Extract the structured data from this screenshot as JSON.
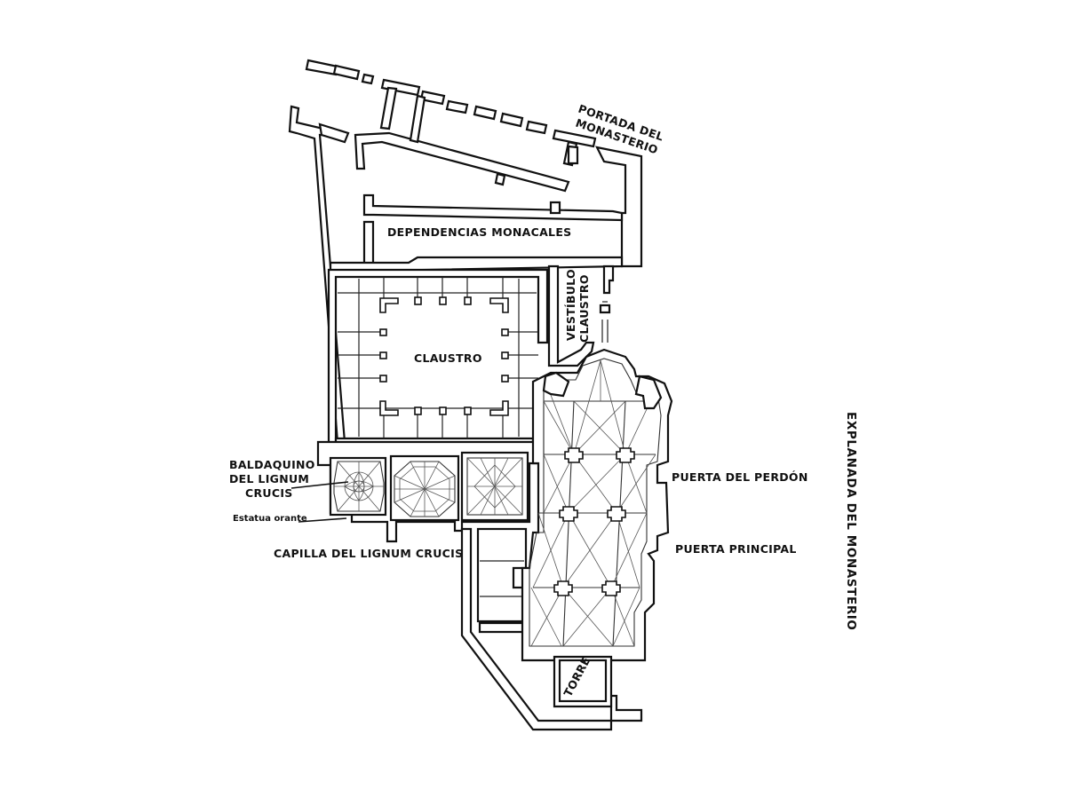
{
  "labels": {
    "portada_line1": "PORTADA DEL",
    "portada_line2": "MONASTERIO",
    "dependencias": "DEPENDENCIAS MONACALES",
    "vestibulo_line1": "VESTÍBULO",
    "vestibulo_line2": "CLAUSTRO",
    "claustro": "CLAUSTRO",
    "baldaquino_line1": "BALDAQUINO",
    "baldaquino_line2": "DEL LIGNUM",
    "baldaquino_line3": "CRUCIS",
    "estatua": "Estatua orante",
    "capilla": "CAPILLA DEL LIGNUM CRUCIS",
    "puerta_perdon": "PUERTA DEL PERDÓN",
    "puerta_principal": "PUERTA PRINCIPAL",
    "torre": "TORRE",
    "explanada": "EXPLANADA DEL MONASTERIO"
  },
  "colors": {
    "ink": "#111111",
    "paper": "#ffffff"
  }
}
